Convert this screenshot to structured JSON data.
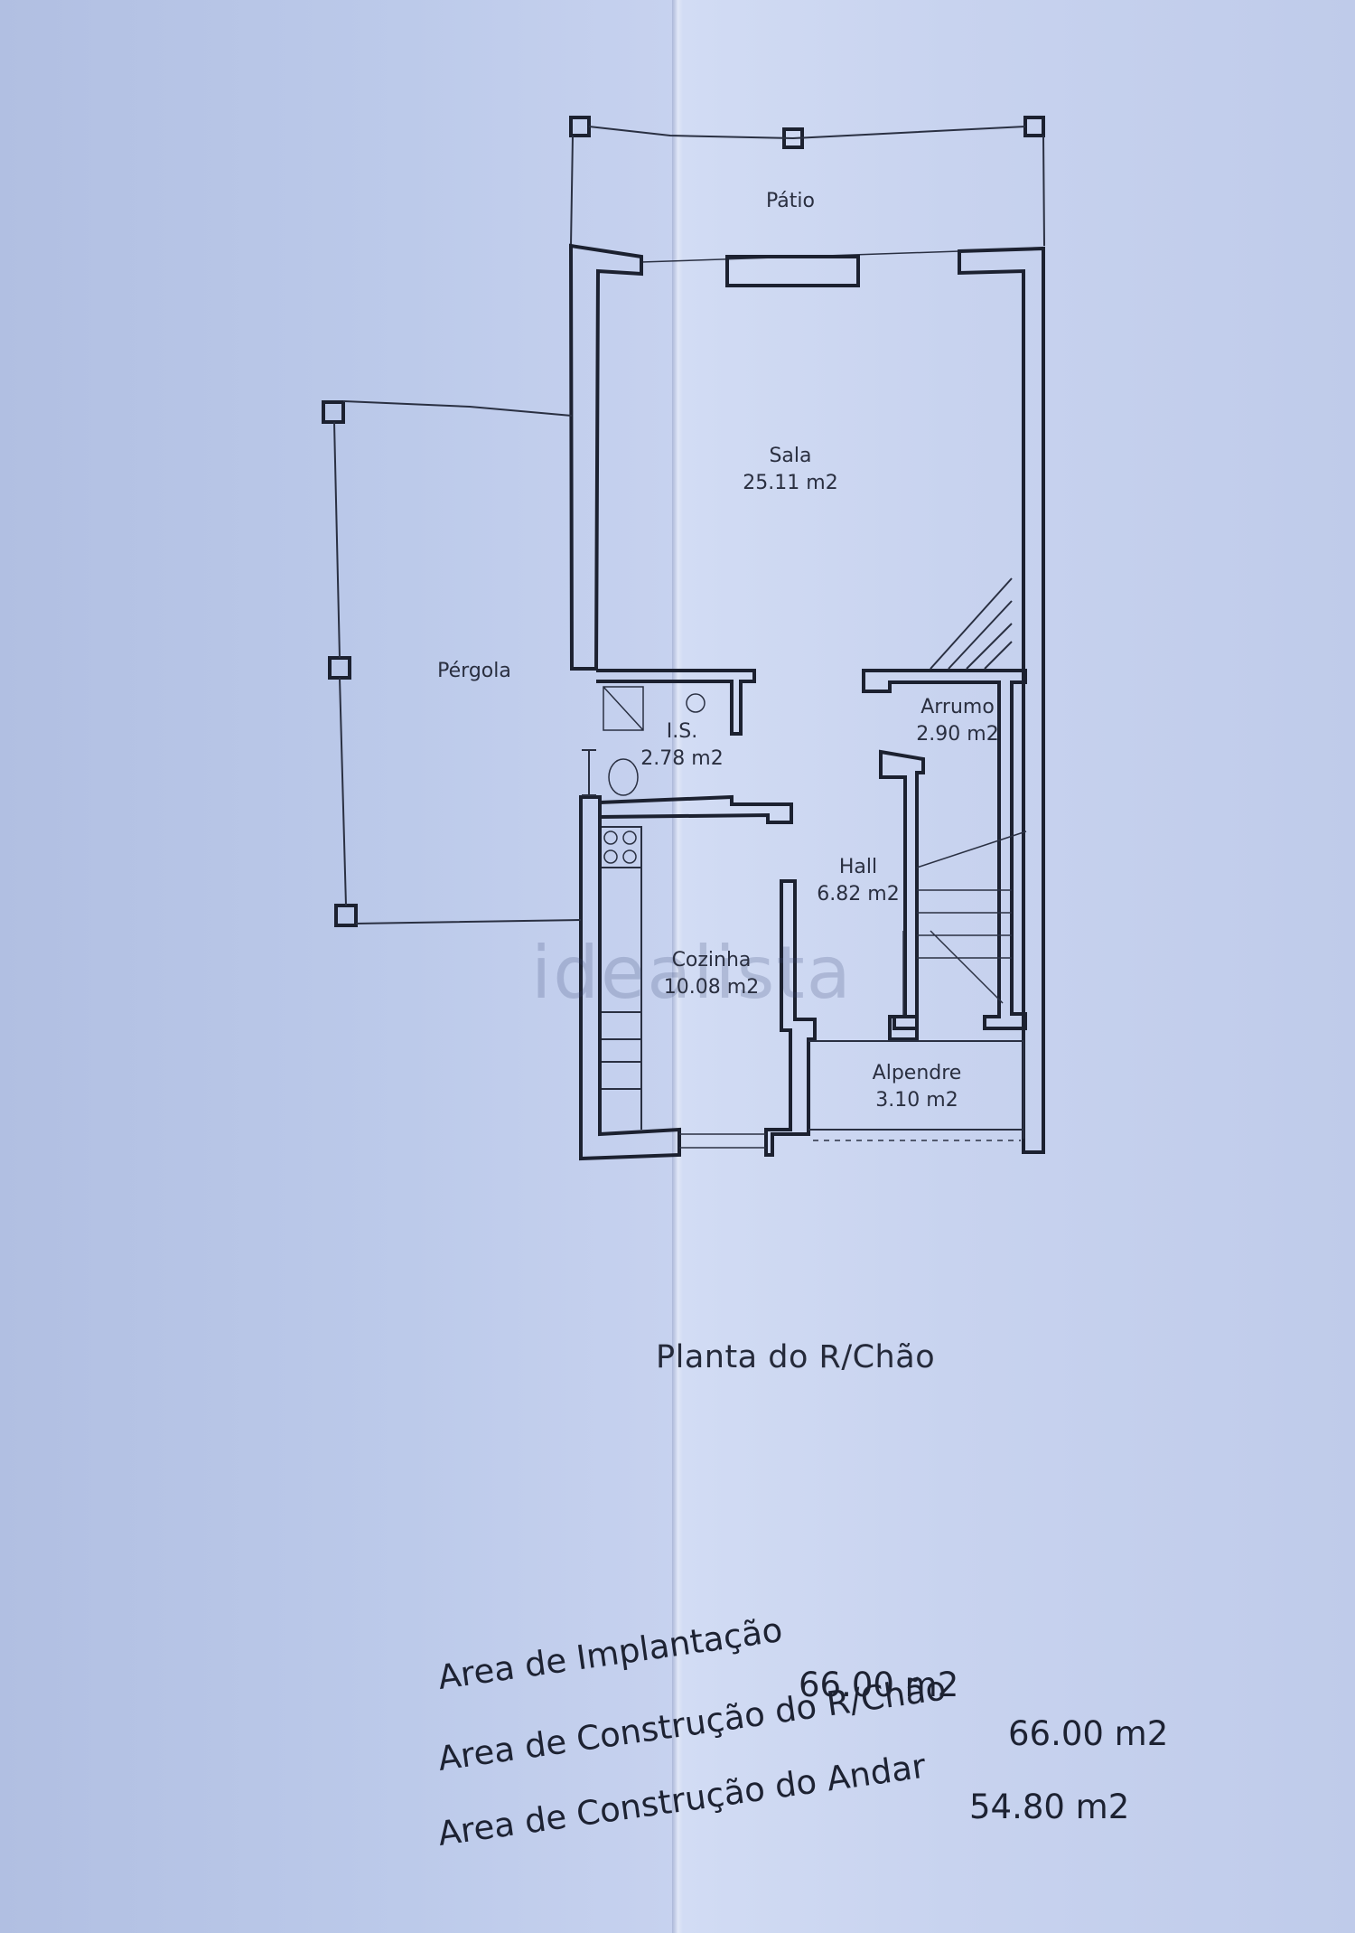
{
  "watermark": "idealista",
  "rooms": {
    "patio": {
      "name": "Pátio"
    },
    "pergola": {
      "name": "Pérgola"
    },
    "sala": {
      "name": "Sala",
      "area": "25.11 m2"
    },
    "is": {
      "name": "I.S.",
      "area": "2.78 m2"
    },
    "arrumo": {
      "name": "Arrumo",
      "area": "2.90 m2"
    },
    "hall": {
      "name": "Hall",
      "area": "6.82 m2"
    },
    "cozinha": {
      "name": "Cozinha",
      "area": "10.08 m2"
    },
    "alpendre": {
      "name": "Alpendre",
      "area": "3.10 m2"
    }
  },
  "plan_title": "Planta do R/Chão",
  "areas": [
    {
      "label": "Area de Implantação",
      "value": "66.00 m2"
    },
    {
      "label": "Area de Construção do R/Chão",
      "value": "66.00 m2"
    },
    {
      "label": "Area de Construção do Andar",
      "value": "54.80 m2"
    }
  ]
}
